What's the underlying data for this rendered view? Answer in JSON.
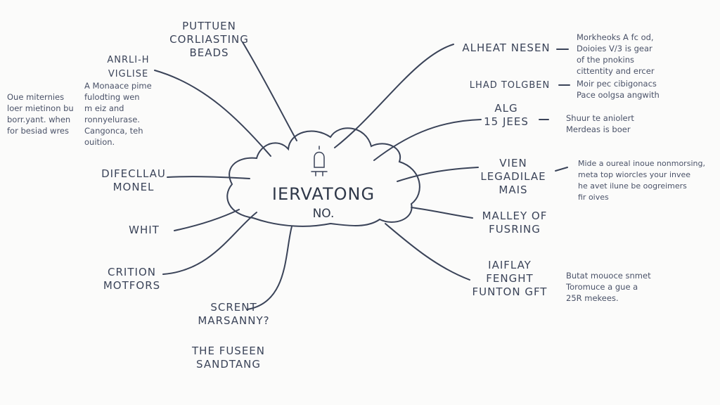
{
  "center": {
    "title": "IERVATONG",
    "subtitle": "NO.",
    "icon": "bell-icon"
  },
  "branches_left": [
    {
      "label": "PUTTUEN\nCORLIASTING\nBEADS"
    },
    {
      "label": "ANRLI-H\nVIGLISE",
      "detail": "A Monaace pime\nfulodting wen\nm eiz and\nronnyelurase.\nCangonca, teh\nouition."
    },
    {
      "label": "DIFECLLAU\nMONEL"
    },
    {
      "label": "WHIT"
    },
    {
      "label": "CRITION\nMOTFORS"
    },
    {
      "label": "SCRENT\nMARSANNY?"
    },
    {
      "label": "THE FUSEEN\nSANDTANG"
    }
  ],
  "left_note": "Oue miternies\nloer mietinon bu\nborr.yant. when\nfor besiad wres",
  "branches_right": [
    {
      "label": "ALHEAT NESEN",
      "detail": "Morkheoks A fc od,\nDoioies V/3 is gear\nof the pnokins\ncittentity and ercer"
    },
    {
      "label": "LHAD TOLGBEN",
      "detail": "Moir pec cibigonacs\nPace oolgsa angwith"
    },
    {
      "label": "ALG\n15 JEES",
      "detail": "Shuur te aniolert\nMerdeas is boer"
    },
    {
      "label": "VIEN\nLEGADILAE\nMAIS",
      "detail": "Mide a oureal inoue nonmorsing,\nmeta top wiorcles your invee\nhe avet ilune be oogreimers\nfir oives"
    },
    {
      "label": "MALLEY OF\nFUSRING"
    },
    {
      "label": "IAIFLAY\nFENGHT\nFUNTON GFT",
      "detail": "Butat mouoce snmet\nToromuce a gue a\n25R mekees."
    }
  ],
  "colors": {
    "ink": "#3a4358",
    "paper": "#fbfbfa"
  }
}
